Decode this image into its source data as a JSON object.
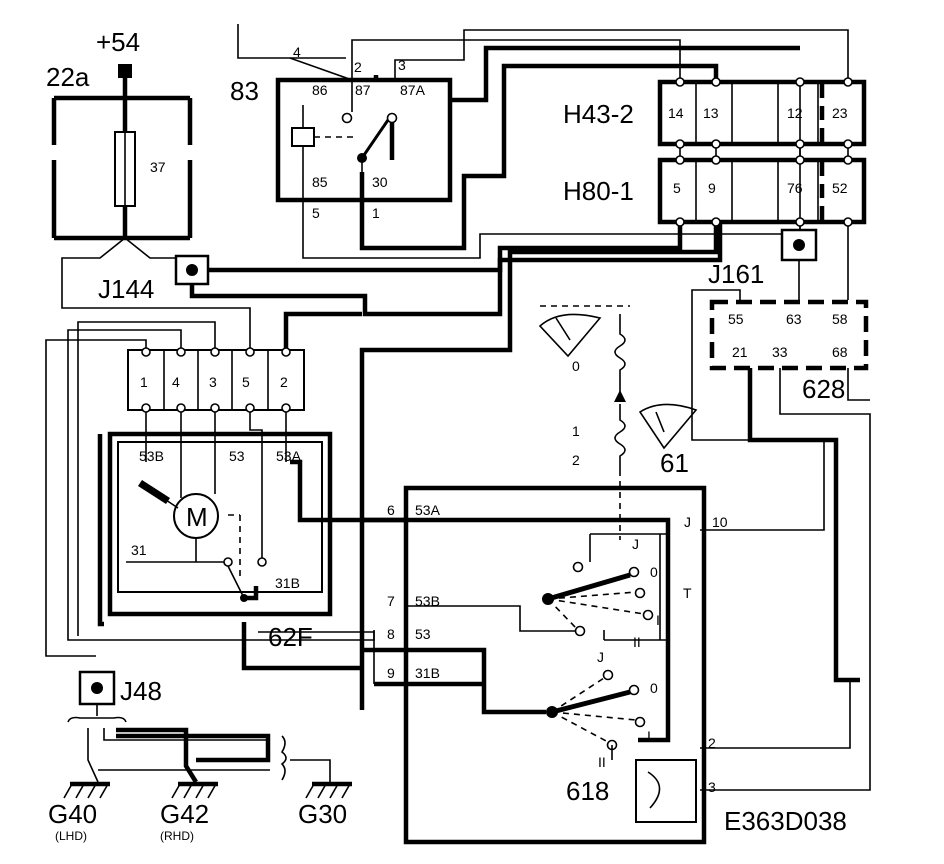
{
  "labels": {
    "plus54": "+54",
    "fuse_box": "22a",
    "fuse": "37",
    "relay": "83",
    "relay_pins": {
      "p4": "4",
      "p2": "2",
      "p3": "3",
      "p86": "86",
      "p87": "87",
      "p87a": "87A",
      "p85": "85",
      "p30": "30",
      "p5": "5",
      "p1": "1"
    },
    "h43": "H43-2",
    "h43_pins": [
      "14",
      "13",
      "12",
      "23"
    ],
    "h80": "H80-1",
    "h80_pins": [
      "5",
      "9",
      "76",
      "52"
    ],
    "j144": "J144",
    "j161": "J161",
    "j48": "J48",
    "conn628": "628",
    "conn628_pins": [
      "55",
      "63",
      "58",
      "21",
      "33",
      "68"
    ],
    "plug_pins": [
      "1",
      "4",
      "3",
      "5",
      "2"
    ],
    "motor": "M",
    "motor_terms": {
      "t53b": "53B",
      "t53": "53",
      "t53a": "53A",
      "t31": "31",
      "t31b": "31B"
    },
    "motor_unit": "62F",
    "knob": "61",
    "knob_positions": [
      "0",
      "1",
      "2"
    ],
    "switch": "618",
    "switch_pins": {
      "p6": "6",
      "p6l": "53A",
      "p7": "7",
      "p7l": "53B",
      "p8": "8",
      "p8l": "53",
      "p9": "9",
      "p9l": "31B",
      "pj": "J",
      "p10": "10",
      "p2": "2",
      "p3": "3"
    },
    "switch_positions": {
      "j1": "J",
      "o1": "0",
      "t": "T",
      "i1": "I",
      "ii1": "II",
      "j2": "J",
      "o2": "0",
      "i2": "I",
      "ii2": "II"
    },
    "grounds": {
      "g40": "G40",
      "g40s": "(LHD)",
      "g42": "G42",
      "g42s": "(RHD)",
      "g30": "G30"
    },
    "code": "E363D038"
  }
}
